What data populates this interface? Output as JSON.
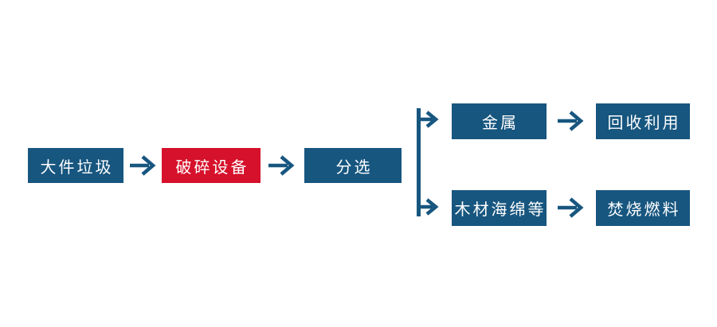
{
  "diagram": {
    "type": "flowchart",
    "background": "#ffffff",
    "colors": {
      "box_blue": "#17567F",
      "box_red": "#D6112B",
      "arrow_blue": "#17567F",
      "text": "#ffffff"
    },
    "nodes": {
      "bulky_waste": {
        "label": "大件垃圾",
        "color": "blue"
      },
      "crushing_equipment": {
        "label": "破碎设备",
        "color": "red"
      },
      "sorting": {
        "label": "分选",
        "color": "blue"
      },
      "metal": {
        "label": "金属",
        "color": "blue"
      },
      "recycling": {
        "label": "回收利用",
        "color": "blue"
      },
      "wood_sponge_etc": {
        "label": "木材海绵等",
        "color": "blue"
      },
      "incineration_fuel": {
        "label": "焚烧燃料",
        "color": "blue"
      }
    },
    "edges": [
      {
        "from": "bulky_waste",
        "to": "crushing_equipment"
      },
      {
        "from": "crushing_equipment",
        "to": "sorting"
      },
      {
        "from": "sorting",
        "to": "metal"
      },
      {
        "from": "sorting",
        "to": "wood_sponge_etc"
      },
      {
        "from": "metal",
        "to": "recycling"
      },
      {
        "from": "wood_sponge_etc",
        "to": "incineration_fuel"
      }
    ]
  }
}
